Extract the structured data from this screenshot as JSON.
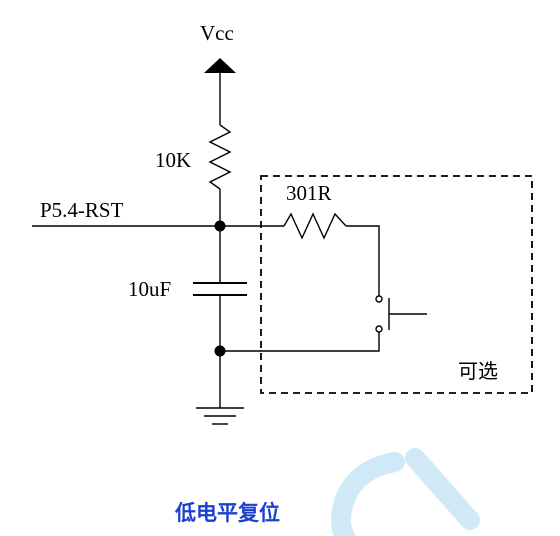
{
  "labels": {
    "vcc": "Vcc",
    "resistor_10k": "10K",
    "pin": "P5.4-RST",
    "resistor_301r": "301R",
    "capacitor": "10uF",
    "optional": "可选"
  },
  "caption": "低电平复位",
  "colors": {
    "wire": "#000000",
    "caption": "#1a3fd1",
    "watermark": "#cfeaf6"
  }
}
